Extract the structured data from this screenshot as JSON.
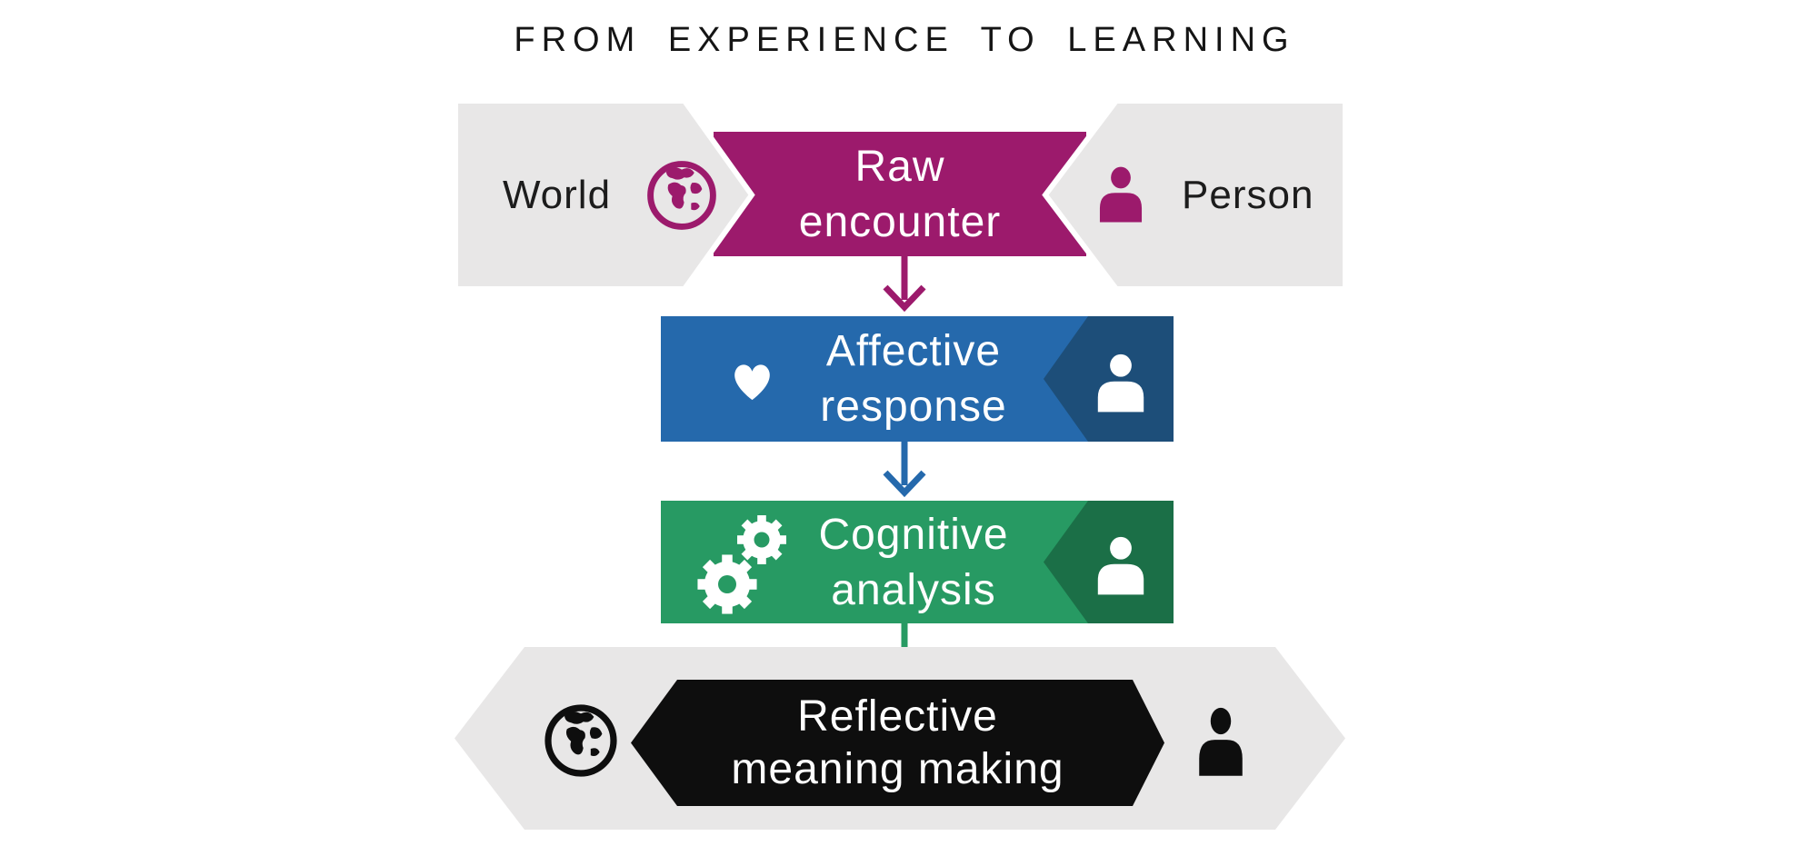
{
  "title": "FROM EXPERIENCE TO LEARNING",
  "colors": {
    "magenta": "#9c1a6c",
    "blue": "#2569ac",
    "dark_blue": "#1d4e79",
    "green": "#279a63",
    "dark_green": "#1b6f47",
    "gray": "#e8e7e7",
    "black": "#0e0e0e",
    "band_text": "#ffffff",
    "label_text": "#1c1c1c",
    "title_text": "#151515",
    "background": "#ffffff"
  },
  "stages": [
    {
      "id": "raw-encounter",
      "lines": [
        "Raw",
        "encounter"
      ],
      "color": "magenta",
      "side_labels": {
        "left": "World",
        "right": "Person"
      },
      "icons": {
        "left": "globe",
        "right": "person"
      }
    },
    {
      "id": "affective-response",
      "lines": [
        "Affective",
        "response"
      ],
      "color": "blue",
      "icons": {
        "left": "heart",
        "right": "person"
      }
    },
    {
      "id": "cognitive-analysis",
      "lines": [
        "Cognitive",
        "analysis"
      ],
      "color": "green",
      "icons": {
        "left": "gears",
        "right": "person"
      }
    },
    {
      "id": "reflective-meaning-making",
      "lines": [
        "Reflective",
        "meaning making"
      ],
      "color": "black",
      "icons": {
        "left": "globe",
        "right": "person"
      }
    }
  ],
  "arrows": [
    {
      "from": "raw-encounter",
      "to": "affective-response",
      "color": "magenta"
    },
    {
      "from": "affective-response",
      "to": "cognitive-analysis",
      "color": "blue"
    },
    {
      "from": "cognitive-analysis",
      "to": "reflective-meaning-making",
      "color": "green"
    }
  ]
}
